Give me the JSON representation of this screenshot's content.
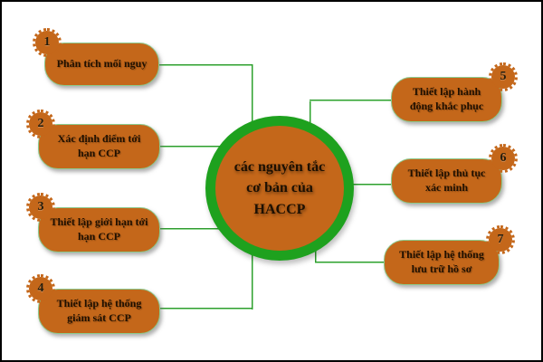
{
  "diagram": {
    "title_semantic": "HACCP basic principles diagram",
    "colors": {
      "node_fill": "#c4671a",
      "ring_green": "#1ea11e",
      "line_green": "#2f9a2f",
      "text_dark": "#201000",
      "frame_border": "#000000",
      "background": "#ffffff"
    }
  },
  "center": {
    "text": "các nguyên tắc cơ bản của HACCP",
    "lines": [
      "các nguyên tắc",
      "cơ bản của",
      "HACCP"
    ]
  },
  "nodes": [
    {
      "num": "1",
      "label": "Phân tích mối nguy",
      "side": "left"
    },
    {
      "num": "2",
      "label": "Xác định điểm tới hạn CCP",
      "side": "left"
    },
    {
      "num": "3",
      "label": "Thiết lập giới hạn tới hạn CCP",
      "side": "left"
    },
    {
      "num": "4",
      "label": "Thiết lập hệ thống giám sát CCP",
      "side": "left"
    },
    {
      "num": "5",
      "label": "Thiết lập hành động khắc phục",
      "side": "right"
    },
    {
      "num": "6",
      "label": "Thiết lập thủ tục xác minh",
      "side": "right"
    },
    {
      "num": "7",
      "label": "Thiết lập hệ thống lưu trữ hồ sơ",
      "side": "right"
    }
  ]
}
